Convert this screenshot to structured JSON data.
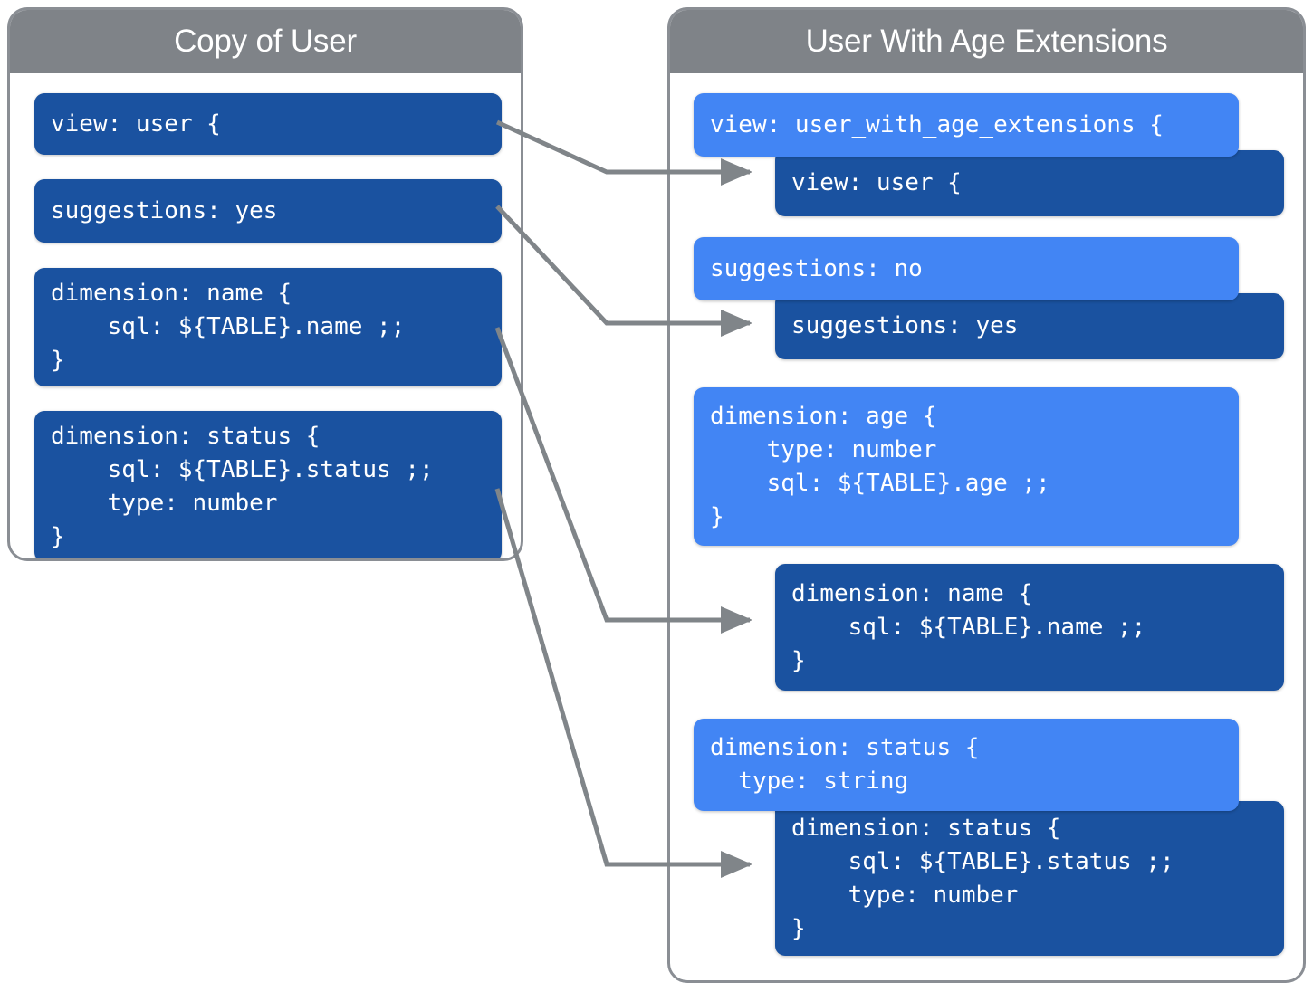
{
  "diagram": {
    "title": "LookML view extension diagram",
    "colors": {
      "header_gray": "#7f8388",
      "dark_blue": "#1a52a0",
      "light_blue": "#4285f4",
      "connector_gray": "#808589",
      "panel_border": "#8a8e94",
      "background": "#ffffff"
    }
  },
  "panels": {
    "left": {
      "title": "Copy of User",
      "blocks": [
        {
          "id": "view",
          "shade": "dark",
          "text": "view: user {"
        },
        {
          "id": "suggestions",
          "shade": "dark",
          "text": "suggestions: yes"
        },
        {
          "id": "dimension_name",
          "shade": "dark",
          "text": "dimension: name {\n    sql: ${TABLE}.name ;;\n}"
        },
        {
          "id": "dimension_status",
          "shade": "dark",
          "text": "dimension: status {\n    sql: ${TABLE}.status ;;\n    type: number\n}"
        }
      ]
    },
    "right": {
      "title": "User With Age Extensions",
      "blocks": [
        {
          "id": "view_extension",
          "shade": "light",
          "text": "view: user_with_age_extensions {"
        },
        {
          "id": "view_inherited",
          "shade": "dark",
          "text": "view: user {"
        },
        {
          "id": "suggestions_override",
          "shade": "light",
          "text": "suggestions: no"
        },
        {
          "id": "suggestions_inherited",
          "shade": "dark",
          "text": "suggestions: yes"
        },
        {
          "id": "dimension_age",
          "shade": "light",
          "text": "dimension: age {\n    type: number\n    sql: ${TABLE}.age ;;\n}"
        },
        {
          "id": "dimension_name_inherited",
          "shade": "dark",
          "text": "dimension: name {\n    sql: ${TABLE}.name ;;\n}"
        },
        {
          "id": "dimension_status_override",
          "shade": "light",
          "text": "dimension: status {\n  type: string"
        },
        {
          "id": "dimension_status_inherited",
          "shade": "dark",
          "text": "dimension: status {\n    sql: ${TABLE}.status ;;\n    type: number\n}"
        }
      ]
    }
  },
  "connectors": [
    {
      "id": "view-to-view",
      "from": "left.view",
      "to": "right.view_inherited"
    },
    {
      "id": "suggestions-to-suggestions",
      "from": "left.suggestions",
      "to": "right.suggestions_inherited"
    },
    {
      "id": "name-to-name",
      "from": "left.dimension_name",
      "to": "right.dimension_name_inherited"
    },
    {
      "id": "status-to-status",
      "from": "left.dimension_status",
      "to": "right.dimension_status_inherited"
    }
  ]
}
